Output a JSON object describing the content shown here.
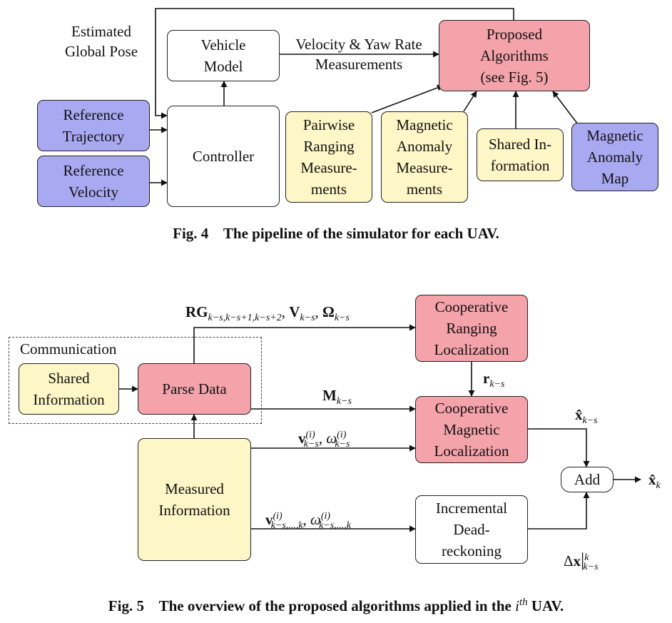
{
  "fig4": {
    "vehicle_model": "Vehicle\nModel",
    "controller": "Controller",
    "reference_trajectory": "Reference\nTrajectory",
    "reference_velocity": "Reference\nVelocity",
    "proposed_algorithms": "Proposed\nAlgorithms\n(see Fig. 5)",
    "pairwise_ranging": "Pairwise\nRanging\nMeasure-\nments",
    "magnetic_anomaly_measurements": "Magnetic\nAnomaly\nMeasure-\nments",
    "shared_information": "Shared In-\nformation",
    "magnetic_anomaly_map": "Magnetic\nAnomaly\nMap",
    "estimated_global_pose": "Estimated\nGlobal Pose",
    "velocity_yaw_label": "Velocity & Yaw Rate\nMeasurements",
    "caption": "Fig. 4    The pipeline of the simulator for each UAV."
  },
  "fig5": {
    "communication": "Communication",
    "shared_information": "Shared\nInformation",
    "parse_data": "Parse Data",
    "measured_information": "Measured\nInformation",
    "cooperative_ranging": "Cooperative\nRanging\nLocalization",
    "cooperative_magnetic": "Cooperative\nMagnetic\nLocalization",
    "incremental_dead_reckoning": "Incremental\nDead-\nreckoning",
    "add": "Add",
    "rg_label": {
      "rg": "RG",
      "rg_sub": "k−s,k−s+1,k−s+2",
      "sep1": ", ",
      "v": "V",
      "v_sub": "k−s",
      "sep2": ", ",
      "omega": "Ω",
      "omega_sub": "k−s"
    },
    "r_label": {
      "r": "r",
      "r_sub": "k−s"
    },
    "m_label": {
      "m": "M",
      "m_sub": "k−s"
    },
    "v_omega_label": {
      "v": "v",
      "v_sup": "(i)",
      "v_sub": "k−s",
      "sep": ", ",
      "w": "ω",
      "w_sup": "(i)",
      "w_sub": "k−s"
    },
    "v_omega_range_label": {
      "v": "v",
      "v_sup": "(i)",
      "v_sub": "k−s,...,k",
      "sep": ", ",
      "w": "ω",
      "w_sup": "(i)",
      "w_sub": "k−s,...,k"
    },
    "xhat_ks_label": {
      "x": "x̂",
      "sub": "k−s"
    },
    "xhat_k_label": {
      "x": "x̂",
      "sub": "k"
    },
    "delta_label": {
      "d": "Δ",
      "x": "x",
      "bar": "|",
      "sup": "k",
      "sub": "k−s"
    },
    "caption_pre": "Fig. 5    The overview of the proposed algorithms applied in the ",
    "caption_i": "i",
    "caption_th": "th",
    "caption_post": " UAV."
  }
}
